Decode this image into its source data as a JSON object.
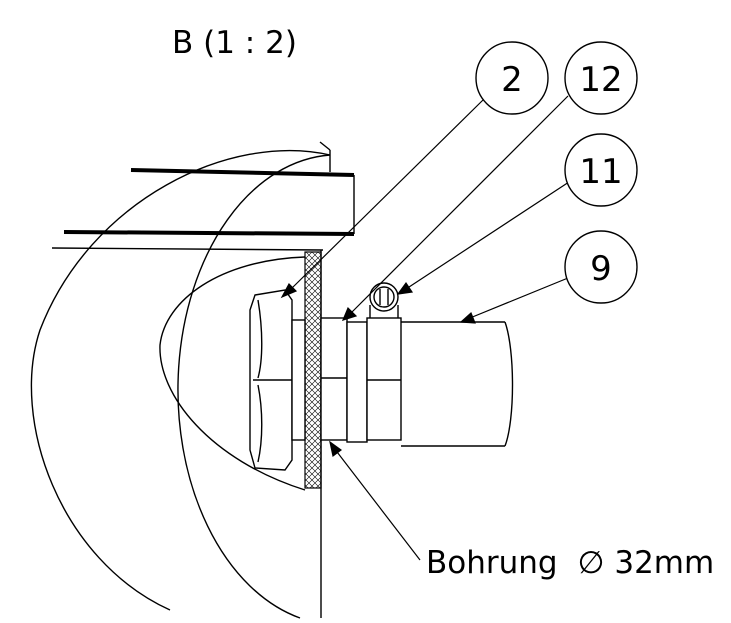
{
  "view": {
    "title": "B (1 : 2)"
  },
  "balloons": [
    {
      "id": "balloon-2",
      "label": "2"
    },
    {
      "id": "balloon-12",
      "label": "12"
    },
    {
      "id": "balloon-11",
      "label": "11"
    },
    {
      "id": "balloon-9",
      "label": "9"
    }
  ],
  "note": {
    "prefix": "Bohrung",
    "diameter_symbol": "∅",
    "value": "32mm"
  },
  "colors": {
    "line": "#000000",
    "background": "#ffffff"
  }
}
